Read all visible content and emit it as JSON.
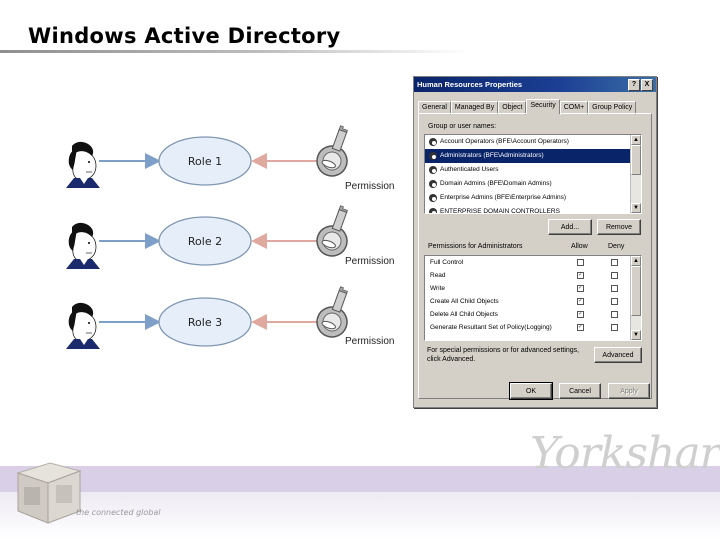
{
  "slide": {
    "title": "Windows Active Directory"
  },
  "diagram": {
    "roles": [
      {
        "label": "Role 1",
        "permission": "Permission"
      },
      {
        "label": "Role 2",
        "permission": "Permission"
      },
      {
        "label": "Role 3",
        "permission": "Permission"
      }
    ],
    "colors": {
      "user_arrow": "#7e9fc8",
      "permission_arrow": "#e0a9a0",
      "role_fill": "#e6eef9",
      "role_stroke": "#7f96b2"
    }
  },
  "dialog": {
    "title": "Human Resources Properties",
    "controls": {
      "help": "?",
      "close": "X"
    },
    "tabs": [
      "General",
      "Managed By",
      "Object",
      "Security",
      "COM+",
      "Group Policy"
    ],
    "active_tab": "Security",
    "groups_label": "Group or user names:",
    "groups": [
      "Account Operators (BFE\\Account Operators)",
      "Administrators (BFE\\Administrators)",
      "Authenticated Users",
      "Domain Admins (BFE\\Domain Admins)",
      "Enterprise Admins (BFE\\Enterprise Admins)",
      "ENTERPRISE DOMAIN CONTROLLERS"
    ],
    "selected_group": "Administrators (BFE\\Administrators)",
    "add_button": "Add...",
    "remove_button": "Remove",
    "permissions_label": "Permissions for Administrators",
    "allow_header": "Allow",
    "deny_header": "Deny",
    "permissions": [
      {
        "name": "Full Control",
        "allow": false,
        "deny": false
      },
      {
        "name": "Read",
        "allow": true,
        "deny": false
      },
      {
        "name": "Write",
        "allow": true,
        "deny": false
      },
      {
        "name": "Create All Child Objects",
        "allow": true,
        "deny": false
      },
      {
        "name": "Delete All Child Objects",
        "allow": true,
        "deny": false
      },
      {
        "name": "Generate Resultant Set of Policy(Logging)",
        "allow": true,
        "deny": false
      }
    ],
    "advanced_note_line1": "For special permissions or for advanced settings,",
    "advanced_note_line2": "click Advanced.",
    "advanced_button": "Advanced",
    "ok_button": "OK",
    "cancel_button": "Cancel",
    "apply_button": "Apply"
  },
  "footer": {
    "brand": "Yorkshare",
    "tagline": "the connected global"
  }
}
